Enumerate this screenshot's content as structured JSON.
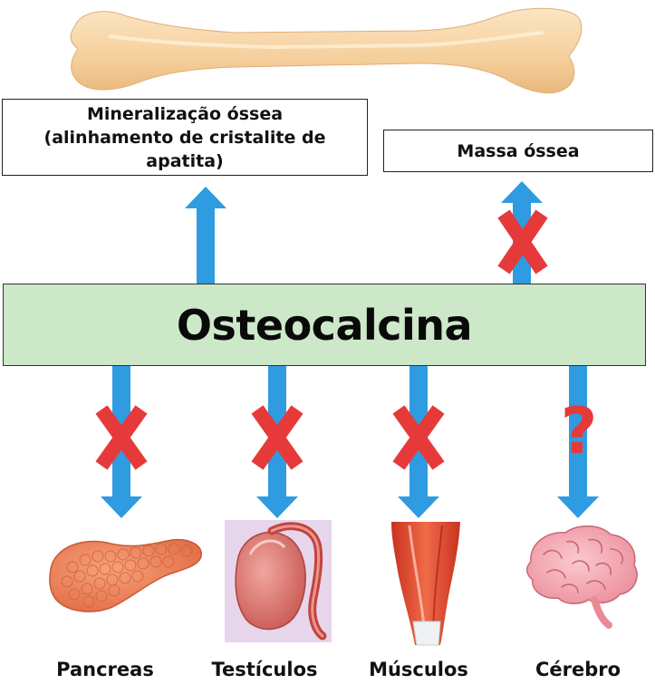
{
  "top": {
    "mineralization_line1": "Mineralização óssea",
    "mineralization_line2": "(alinhamento de cristalite de apatita)",
    "bone_mass": "Massa óssea"
  },
  "center": {
    "title": "Osteocalcina"
  },
  "targets": [
    {
      "label": "Pancreas",
      "mark": "X"
    },
    {
      "label": "Testículos",
      "mark": "X"
    },
    {
      "label": "Músculos",
      "mark": "X"
    },
    {
      "label": "Cérebro",
      "mark": "?"
    }
  ],
  "colors": {
    "arrow": "#2f9be0",
    "mark": "#e63a3a",
    "center_box": "#cde8c9",
    "bone": "#f6d4a6"
  },
  "icons": [
    "bone-icon",
    "pancreas-icon",
    "testicle-icon",
    "muscle-icon",
    "brain-icon"
  ]
}
